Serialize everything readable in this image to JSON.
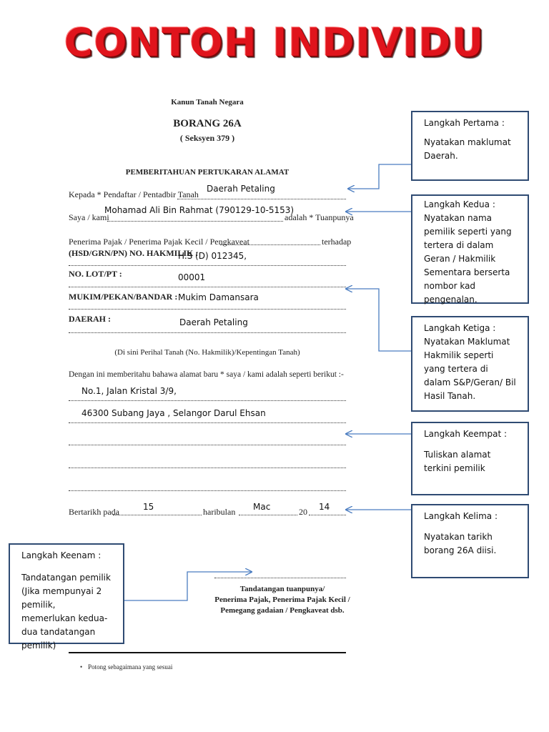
{
  "banner": {
    "title": "CONTOH  INDIVIDU"
  },
  "form": {
    "act": "Kanun Tanah Negara",
    "form_no": "BORANG 26A",
    "section": "( Seksyen 379 )",
    "heading": "PEMBERITAHUAN PERTUKARAN ALAMAT",
    "to_label": "Kepada * Pendaftar / Pentadbir Tanah",
    "to_value": "Daerah Petaling",
    "i_label": "Saya / kami",
    "i_value": "Mohamad Ali Bin Rahmat (790129-10-5153)",
    "i_suffix": "adalah * Tuanpunya",
    "holder_label": "Penerima Pajak / Penerima Pajak Kecil / Pengkaveat",
    "holder_suffix": "terhadap",
    "title_label": "(HSD/GRN/PN) NO. HAKMILIK :",
    "title_value": "H.S (D) 012345,",
    "lot_label": "NO. LOT/PT :",
    "lot_value": "00001",
    "mukim_label": "MUKIM/PEKAN/BANDAR :",
    "mukim_value": "Mukim Damansara",
    "district_label": "DAERAH :",
    "district_value": "Daerah Petaling",
    "land_note": "(Di sini Perihal Tanah (No. Hakmilik)/Kepentingan Tanah)",
    "notice_text": "Dengan ini memberitahu bahawa alamat baru * saya / kami adalah seperti berikut :-",
    "address_line1": "No.1, Jalan Kristal 3/9,",
    "address_line2": "46300 Subang Jaya , Selangor Darul Ehsan",
    "dated_label": "Bertarikh pada",
    "day_value": "15",
    "day_suffix": "haribulan",
    "month_value": "Mac",
    "year_prefix": "20",
    "year_value": "14",
    "sign_line1": "Tandatangan tuanpunya/",
    "sign_line2": "Penerima Pajak, Penerima Pajak Kecil /",
    "sign_line3": "Pemegang gadaian / Pengkaveat dsb.",
    "footnote": "Potong sebagaimana yang sesuai"
  },
  "steps": [
    {
      "title": "Langkah Pertama :",
      "body": "Nyatakan maklumat Daerah."
    },
    {
      "title": "Langkah Kedua :",
      "body": "Nyatakan nama pemilik seperti yang tertera di dalam Geran / Hakmilik Sementara berserta nombor kad pengenalan."
    },
    {
      "title": "Langkah Ketiga :",
      "body": "Nyatakan Maklumat Hakmilik seperti yang tertera di dalam S&P/Geran/ Bil Hasil Tanah."
    },
    {
      "title": "Langkah Keempat :",
      "body": "Tuliskan alamat terkini pemilik"
    },
    {
      "title": "Langkah Kelima :",
      "body": "Nyatakan tarikh borang 26A diisi."
    },
    {
      "title": "Langkah Keenam :",
      "body": "Tandatangan pemilik (Jika mempunyai  2 pemilik, memerlukan kedua-dua tandatangan pemilik)"
    }
  ],
  "colors": {
    "title": "#e0141c",
    "box_border": "#2f4b73",
    "arrow": "#4a7cc0"
  }
}
